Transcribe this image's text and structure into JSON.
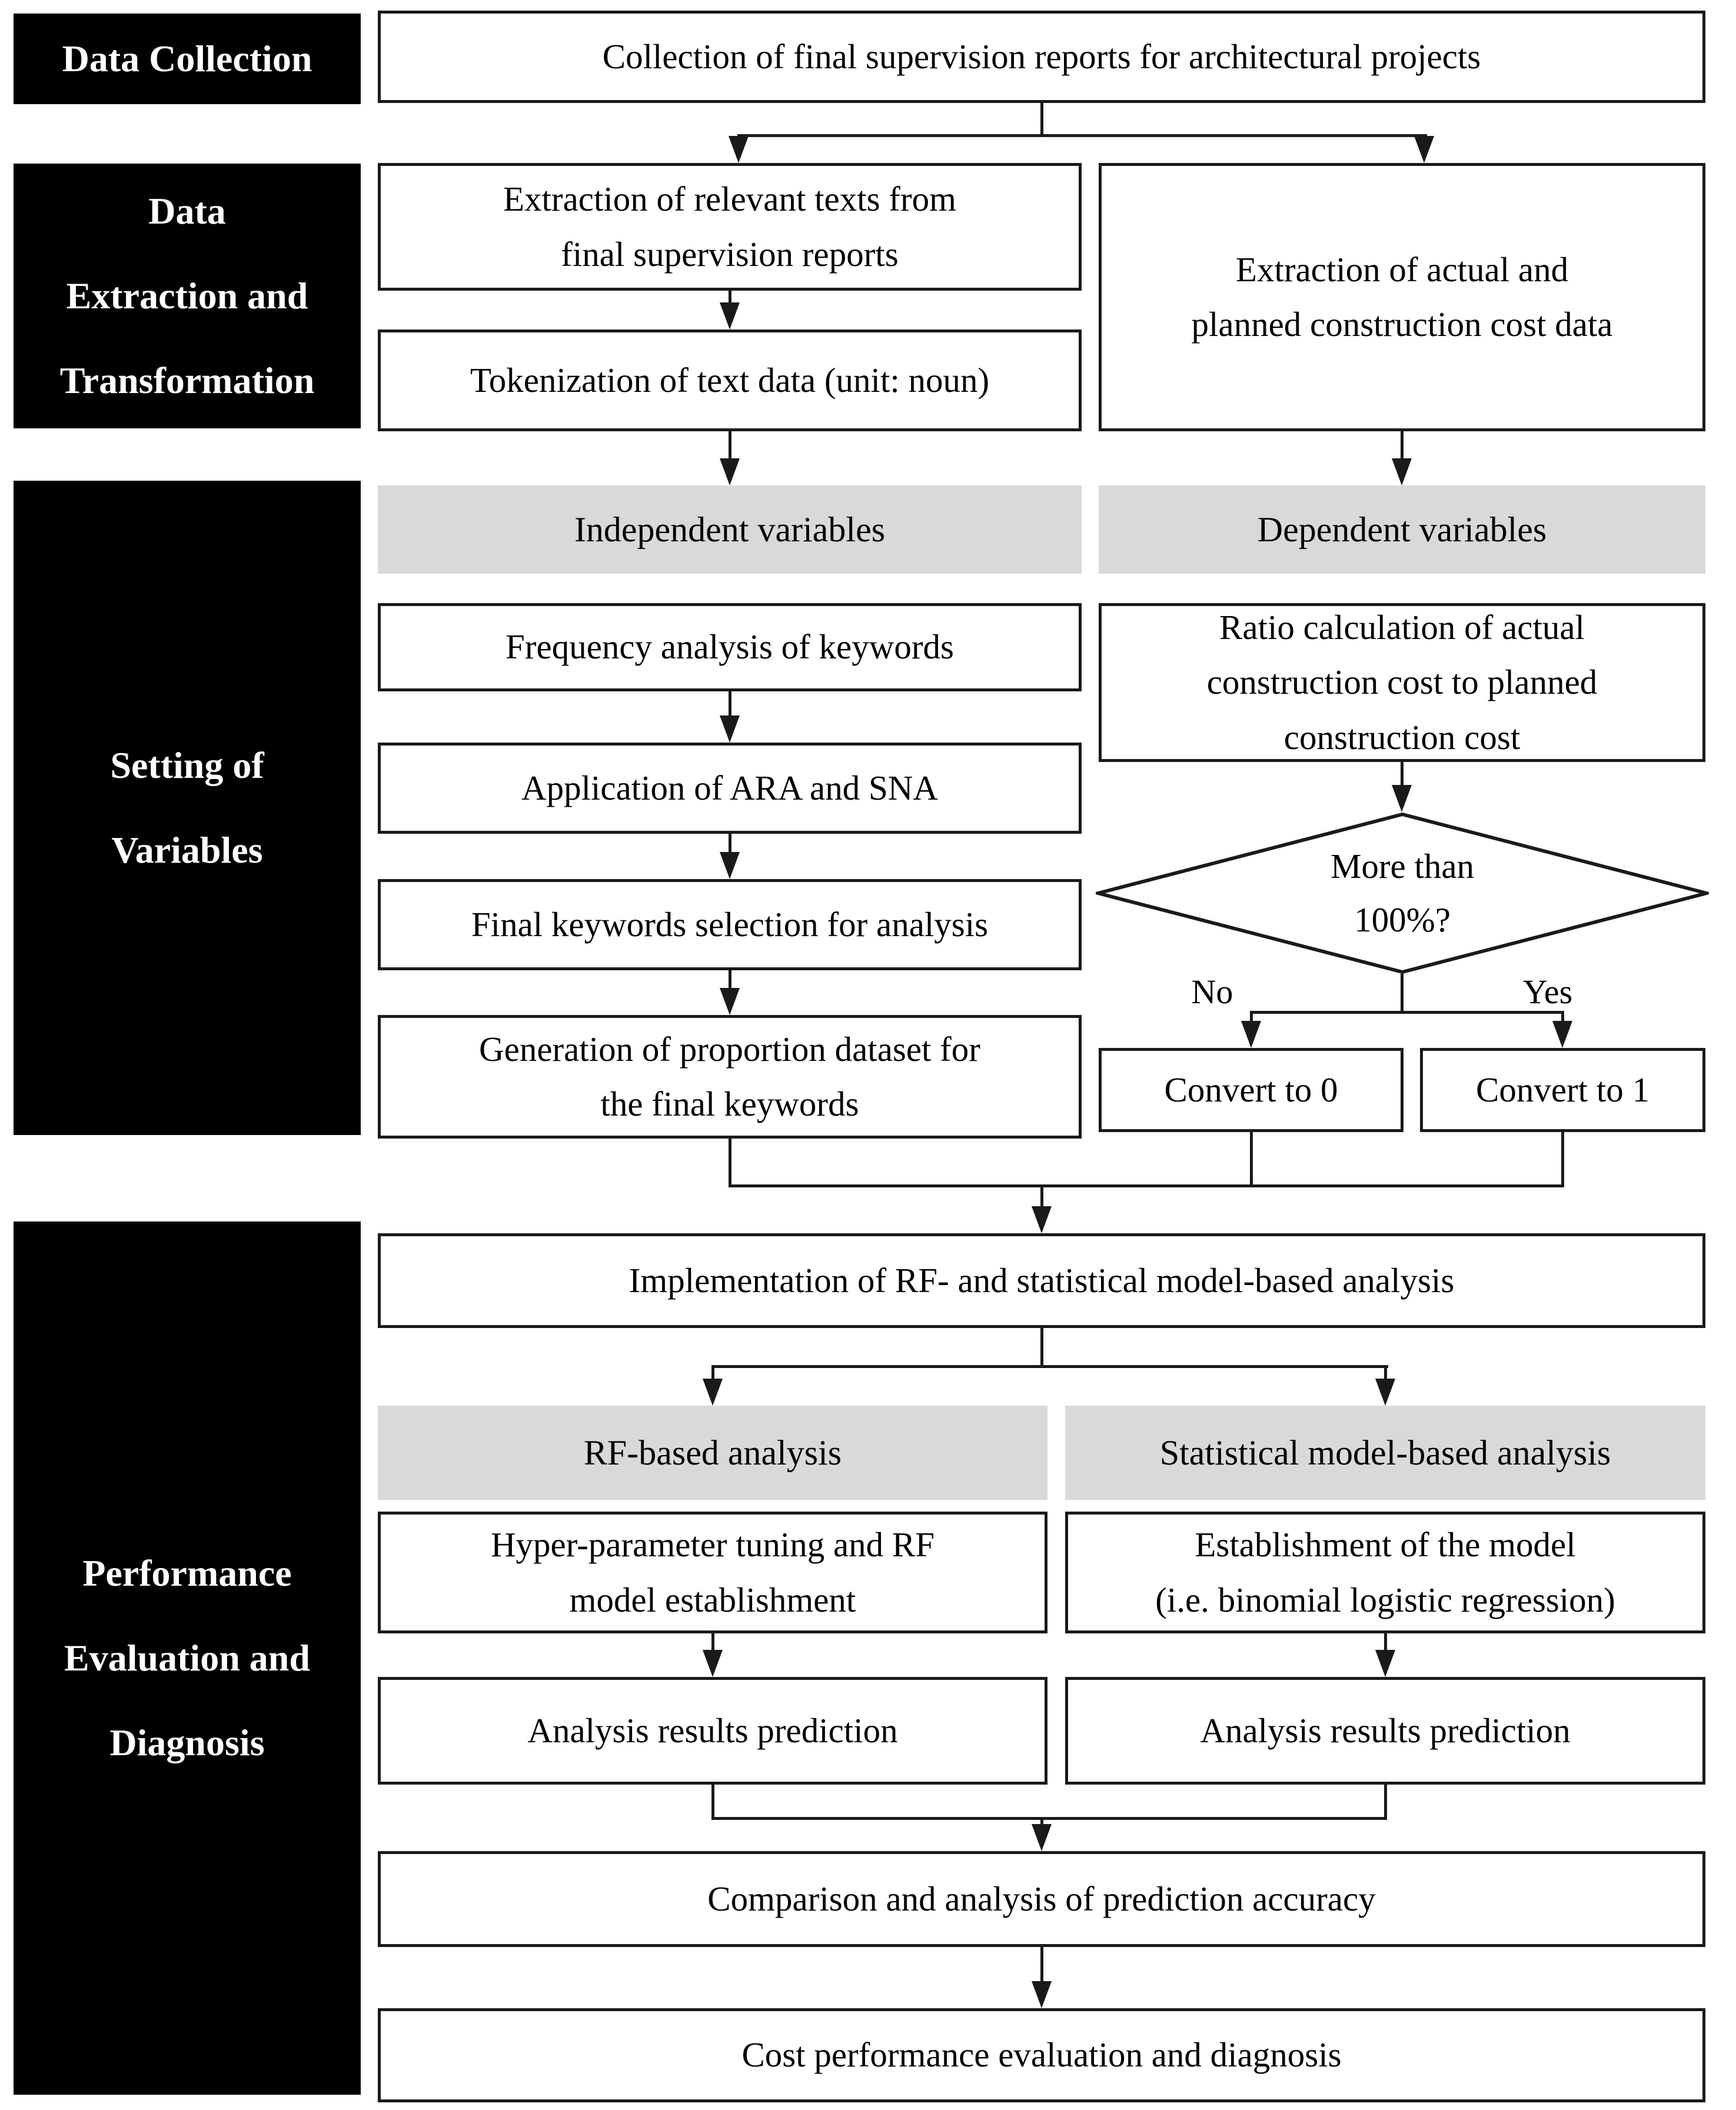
{
  "sections": {
    "data_collection": "Data Collection",
    "data_extraction": "Data\nExtraction and\nTransformation",
    "setting_variables": "Setting of\nVariables",
    "performance_eval": "Performance\nEvaluation and\nDiagnosis"
  },
  "nodes": {
    "collection": "Collection of final supervision reports for architectural projects",
    "extract_texts": "Extraction of relevant texts from\nfinal supervision reports",
    "extract_cost": "Extraction of actual and\nplanned construction cost data",
    "tokenization": "Tokenization of text data (unit: noun)",
    "independent_header": "Independent variables",
    "dependent_header": "Dependent variables",
    "frequency": "Frequency analysis of keywords",
    "ara_sna": "Application of ARA and SNA",
    "final_keywords": "Final keywords selection for analysis",
    "proportion_dataset": "Generation of proportion dataset for\nthe final keywords",
    "ratio_calc": "Ratio calculation of actual\nconstruction cost to planned\nconstruction cost",
    "decision": "More than\n100%?",
    "decision_no": "No",
    "decision_yes": "Yes",
    "convert_zero": "Convert to 0",
    "convert_one": "Convert to 1",
    "implementation": "Implementation of RF- and statistical model-based analysis",
    "rf_header": "RF-based analysis",
    "stat_header": "Statistical model-based analysis",
    "hyper_tuning": "Hyper-parameter tuning and RF\nmodel establishment",
    "establish_model": "Establishment of the model\n(i.e. binomial logistic regression)",
    "pred_rf": "Analysis results prediction",
    "pred_stat": "Analysis results prediction",
    "comparison": "Comparison and analysis of prediction accuracy",
    "cost_eval": "Cost performance evaluation and diagnosis"
  },
  "colors": {
    "section_bg": "#000000",
    "section_text": "#ffffff",
    "node_border": "#1a1a1a",
    "header_bg": "#d9d9d9",
    "background": "#ffffff"
  }
}
